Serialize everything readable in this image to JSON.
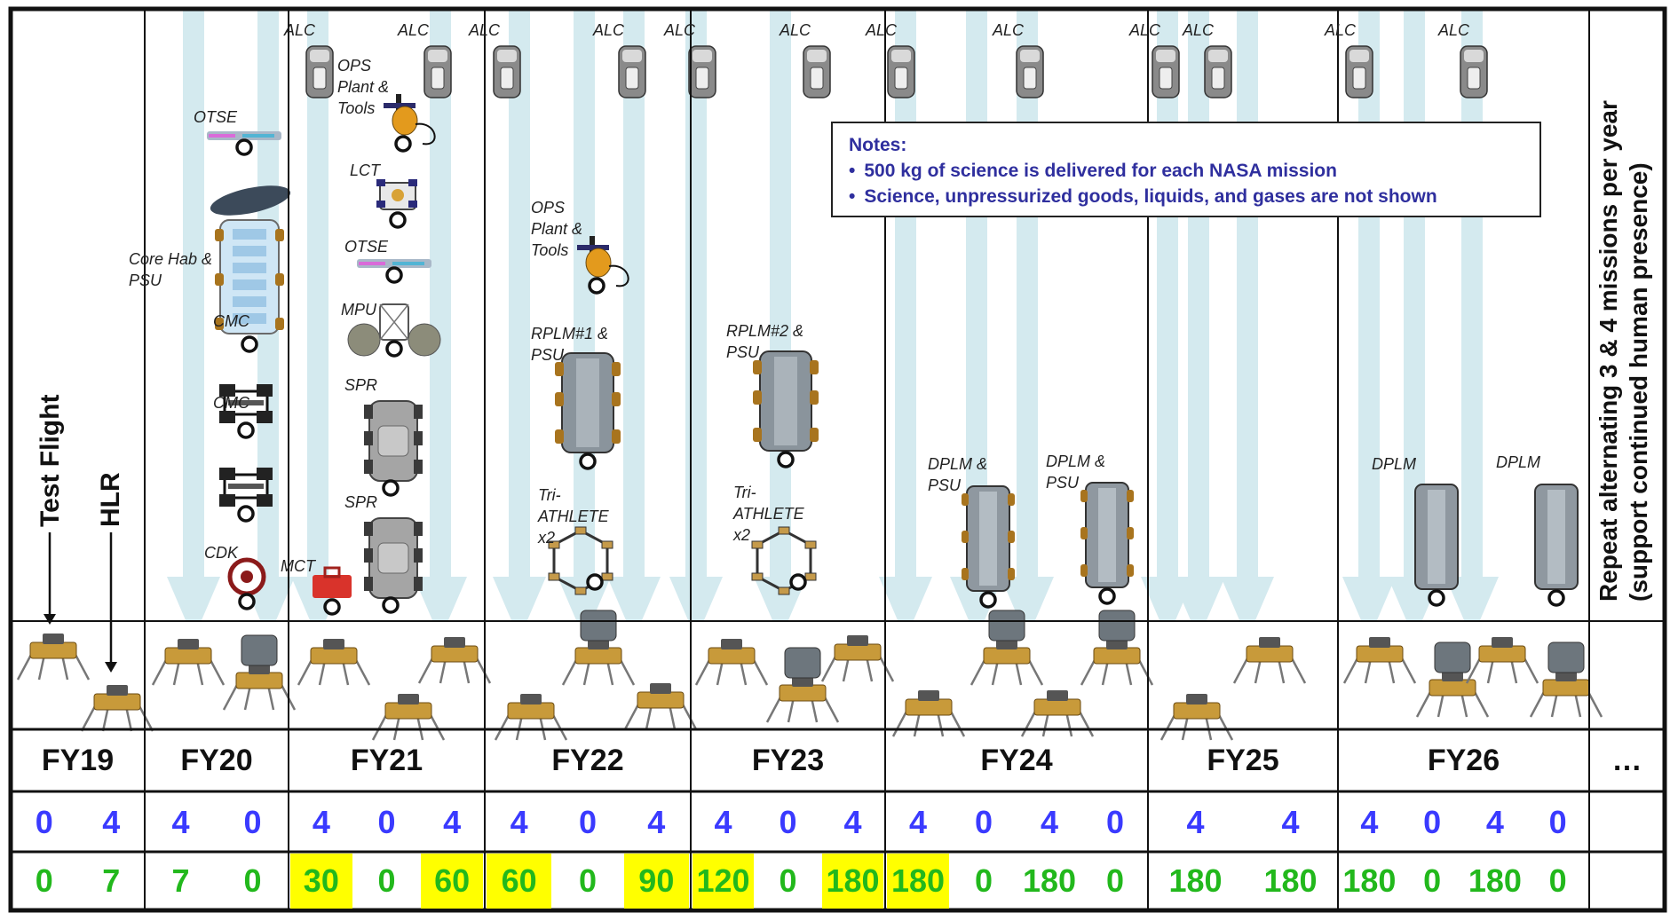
{
  "column_titles": {
    "test_flight": "Test Flight",
    "hlr": "HLR"
  },
  "right_note": {
    "line1": "Repeat alternating 3 & 4 missions per year",
    "line2": "(support continued human presence)"
  },
  "notes": {
    "title": "Notes:",
    "items": [
      "500 kg of science is delivered for each NASA mission",
      "Science, unpressurized goods, liquids, and gases are not shown"
    ]
  },
  "fiscal_years": [
    "FY19",
    "FY20",
    "FY21",
    "FY22",
    "FY23",
    "FY24",
    "FY25",
    "FY26",
    "…"
  ],
  "blue_row": [
    [
      "0",
      "4"
    ],
    [
      "4",
      "0"
    ],
    [
      "4",
      "0",
      "4"
    ],
    [
      "4",
      "0",
      "4"
    ],
    [
      "4",
      "0",
      "4"
    ],
    [
      "4",
      "0",
      "4",
      "0"
    ],
    [
      "4",
      "4"
    ],
    [
      "4",
      "0",
      "4",
      "0"
    ],
    []
  ],
  "green_row": [
    [
      {
        "v": "0"
      },
      {
        "v": "7"
      }
    ],
    [
      {
        "v": "7"
      },
      {
        "v": "0"
      }
    ],
    [
      {
        "v": "30",
        "hl": true
      },
      {
        "v": "0"
      },
      {
        "v": "60",
        "hl": true
      }
    ],
    [
      {
        "v": "60",
        "hl": true
      },
      {
        "v": "0"
      },
      {
        "v": "90",
        "hl": true
      }
    ],
    [
      {
        "v": "120",
        "hl": true
      },
      {
        "v": "0"
      },
      {
        "v": "180",
        "hl": true
      }
    ],
    [
      {
        "v": "180",
        "hl": true
      },
      {
        "v": "0"
      },
      {
        "v": "180"
      },
      {
        "v": "0"
      }
    ],
    [
      {
        "v": "180"
      },
      {
        "v": "180"
      }
    ],
    [
      {
        "v": "180"
      },
      {
        "v": "0"
      },
      {
        "v": "180"
      },
      {
        "v": "0"
      }
    ],
    []
  ],
  "payload_labels": {
    "alc": "ALC",
    "otse": "OTSE",
    "core_hab": "Core Hab & PSU",
    "cmc": "CMC",
    "cdk": "CDK",
    "mct": "MCT",
    "ops": "OPS Plant & Tools",
    "lct": "LCT",
    "mpu": "MPU",
    "spr": "SPR",
    "rplm1": "RPLM#1 & PSU",
    "rplm2": "RPLM#2 & PSU",
    "triathlete": "Tri- ATHLETE x2",
    "dplm_psu": "DPLM & PSU",
    "dplm": "DPLM"
  },
  "colors": {
    "arrow": "#d4eaef",
    "grid": "#111111",
    "blue_text": "#3a3aff",
    "green_text": "#22b81c",
    "highlight": "#ffff00",
    "notes_text": "#2f2f9e"
  }
}
